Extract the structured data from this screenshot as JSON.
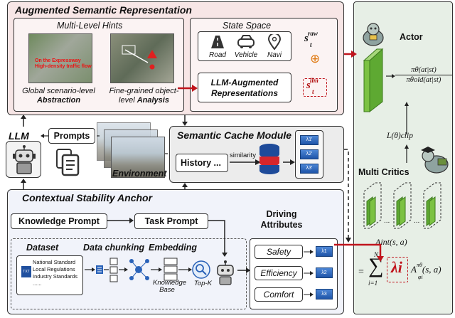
{
  "aug": {
    "title": "Augmented Semantic Representation",
    "hints_title": "Multi-Level Hints",
    "hint_overlay": "On the Expressway High-density traffic flow",
    "global_line1": "Global scenario-level",
    "global_line2": "Abstraction",
    "fine_line1": "Fine-grained object-",
    "fine_line2": "level ",
    "fine_line2b": "Analysis",
    "state_space_title": "State Space",
    "state_items": [
      "Road",
      "Vehicle",
      "Navi"
    ],
    "s_raw_base": "s",
    "s_raw_sub": "t",
    "s_raw_sup": "raw",
    "plus": "⊕",
    "llm_aug_line1": "LLM-Augmented",
    "llm_aug_line2": "Representations",
    "s_llm_base": "s",
    "s_llm_sub": "t",
    "s_llm_sup": "llm"
  },
  "left": {
    "llm_label": "LLM",
    "prompts_label": "Prompts",
    "environment_label": "Environment"
  },
  "cache": {
    "title": "Semantic Cache Module",
    "history_label": "History ...",
    "similarity_label": "similarity",
    "lambdas": [
      "λ1'",
      "λ2'",
      "λ3'"
    ]
  },
  "anchor": {
    "title": "Contextual Stability Anchor",
    "knowledge_prompt": "Knowledge Prompt",
    "task_prompt": "Task Prompt",
    "dataset_label": "Dataset",
    "dataset_items": [
      "National Standard",
      "Local Regulations",
      "Industry Standards",
      "......"
    ],
    "txt_label": "TXT",
    "chunking_label": "Data chunking",
    "embedding_label": "Embedding",
    "kb_line1": "Knowledge",
    "kb_line2": "Base",
    "topk_label": "Top-K",
    "driving_attr_line1": "Driving",
    "driving_attr_line2": "Attributes",
    "attributes": [
      "Safety",
      "Efficiency",
      "Comfort"
    ],
    "attr_lambdas": [
      "λ1",
      "λ2",
      "λ3"
    ]
  },
  "actor": {
    "title": "Actor",
    "ratio_num": "πθ(at|st)",
    "ratio_den": "πθold(at|st)",
    "loss_label": "L(θ)clip",
    "critics_title": "Multi Critics",
    "critic_dots": "...",
    "a_int": "Aint(s, a)",
    "sum_eq": "=",
    "sum_top": "N",
    "sum_bottom": "i=1",
    "lambda_i": "λi",
    "a_phi": "A",
    "a_phi_sup": "πθ",
    "a_phi_sub": "φi",
    "a_phi_args": "(s, a)"
  },
  "colors": {
    "aug_bg": "#f7e6e6",
    "actor_bg": "#e7efe6",
    "cache_bg": "#ececec",
    "anchor_bg": "#f1f3fa",
    "red_arrow": "#c0141c",
    "green_block": "#7cc243",
    "lambda_blue": "#2a62b8"
  },
  "icons": [
    "robot-icon",
    "document-icon",
    "road-icon",
    "vehicle-icon",
    "navi-pin-icon",
    "database-icon",
    "turtle-robot-icon",
    "turtle-graduate-icon",
    "search-icon",
    "network-icon"
  ]
}
